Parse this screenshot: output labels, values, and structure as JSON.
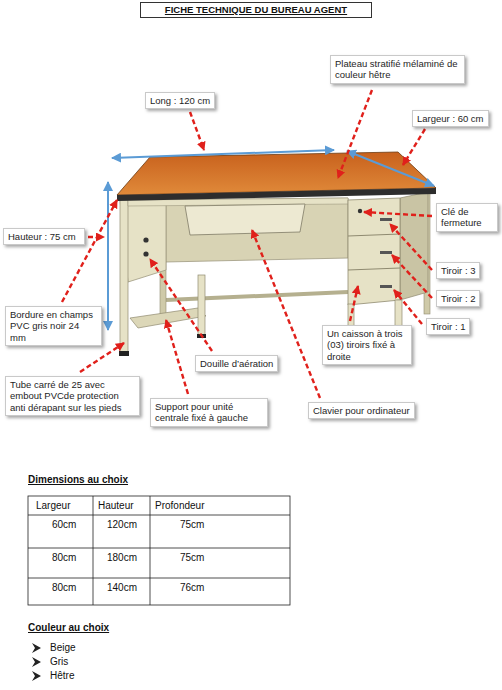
{
  "diagram": {
    "title": "FICHE TECHNIQUE DU BUREAU AGENT",
    "nodes": [
      {
        "text": [
          "Plateau stratifié mélaminé de couleur hêtre"
        ]
      },
      {
        "text": [
          "Long : 120 cm"
        ]
      },
      {
        "text": [
          "Largeur : 60 cm"
        ]
      },
      {
        "text": [
          "Hauteur : 75 cm"
        ]
      },
      {
        "text": [
          "Clé de fermeture"
        ]
      },
      {
        "text": [
          "Tiroir : 3"
        ]
      },
      {
        "text": [
          "Tiroir : 2"
        ]
      },
      {
        "text": [
          "Tiroir : 1"
        ]
      },
      {
        "text": [
          "Bordure en champs PVC gris noir 24 mm"
        ]
      },
      {
        "text": [
          "Un caisson à trois (03) tiroirs fixé à droite"
        ]
      },
      {
        "text": [
          "Douille d’aération"
        ]
      },
      {
        "text": [
          "Tube carré de 25 avec embout PVCde protection anti dérapant sur les pieds"
        ]
      },
      {
        "text": [
          "Support pour unité centrale fixé à gauche"
        ]
      },
      {
        "text": [
          "Clavier pour ordinateur"
        ]
      }
    ],
    "labels": [
      "Dimensions au choix",
      "Largeur",
      "Hauteur",
      "Profondeur",
      "60cm",
      "120cm",
      "75cm",
      "80cm",
      "180cm",
      "75cm",
      "80cm",
      "140cm",
      "76cm",
      "Couleur au choix",
      "Beige",
      "Gris",
      "Hêtre"
    ]
  }
}
